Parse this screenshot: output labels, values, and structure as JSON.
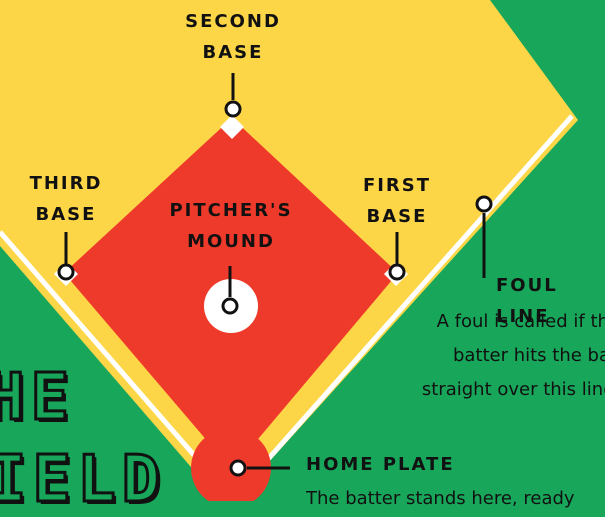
{
  "labels": {
    "second_base": [
      "SECOND",
      "BASE"
    ],
    "third_base": [
      "THIRD",
      "BASE"
    ],
    "first_base": [
      "FIRST",
      "BASE"
    ],
    "pitchers_mound": [
      "PITCHER'S",
      "MOUND"
    ],
    "foul_line": "FOUL LINE",
    "home_plate": "HOME PLATE"
  },
  "descriptions": {
    "foul_line": [
      "A foul is called if the",
      "batter hits the ball",
      "straight over this line."
    ],
    "home_plate": "The batter stands here, ready"
  },
  "title_fragments": [
    "HE",
    "IELD"
  ],
  "colors": {
    "grass": "#18a65a",
    "outfield": "#fdd648",
    "infield": "#ee3a2b",
    "chalk": "#ffffff",
    "ink": "#111111"
  }
}
